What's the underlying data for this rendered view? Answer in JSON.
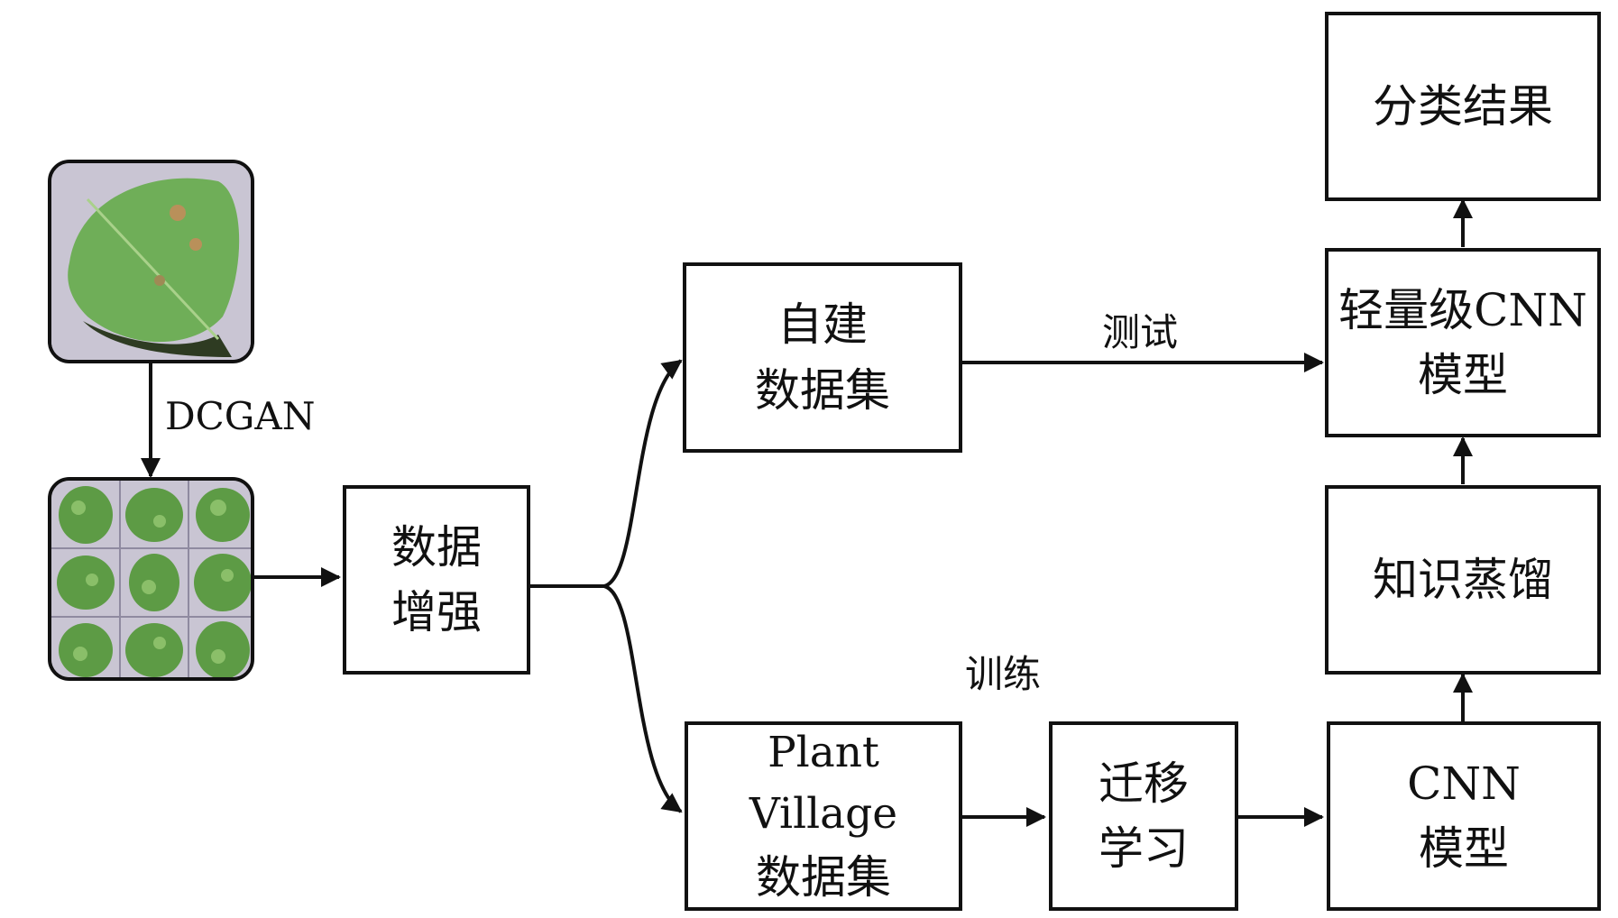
{
  "diagram": {
    "nodes": {
      "augment": {
        "line1": "数据",
        "line2": "增强"
      },
      "custom_dataset": {
        "line1": "自建",
        "line2": "数据集"
      },
      "plantvillage_dataset": {
        "line1": "Plant Village",
        "line2": "数据集"
      },
      "transfer_learning": {
        "line1": "迁移",
        "line2": "学习"
      },
      "cnn_model": {
        "line1": "CNN",
        "line2": "模型"
      },
      "knowledge_distillation": {
        "line1": "知识蒸馏"
      },
      "lightweight_cnn": {
        "line1": "轻量级CNN",
        "line2": "模型"
      },
      "result": {
        "line1": "分类结果"
      }
    },
    "edge_labels": {
      "dcgan": "DCGAN",
      "test": "测试",
      "train": "训练"
    },
    "images": {
      "original_leaf": "leaf-photo",
      "generated_grid": "generated-leaf-grid-3x3"
    },
    "colors": {
      "stroke": "#111111",
      "leaf_green": "#6fae58",
      "leaf_background": "#c9c5d3"
    }
  }
}
